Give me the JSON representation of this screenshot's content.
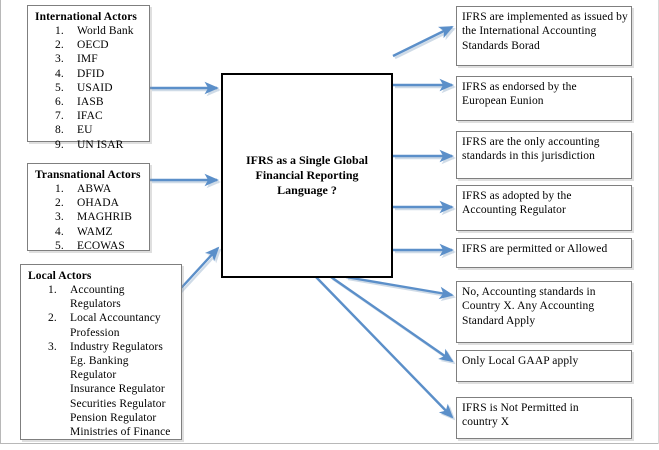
{
  "diagram": {
    "title": "IFRS as a Single Global Financial Reporting Language ?",
    "colors": {
      "arrow": "#5b8fc9",
      "arrow_shadow": "#bfcfe0",
      "box_border": "#7f7f7f",
      "center_border": "#000000",
      "background": "#ffffff",
      "text": "#000000"
    },
    "center": {
      "label": "IFRS as a Single Global\nFinancial Reporting Language ?"
    },
    "actor_groups": [
      {
        "name": "international-actors",
        "title": "International Actors",
        "items": [
          "World Bank",
          "OECD",
          "IMF",
          "DFID",
          "USAID",
          "IASB",
          "IFAC",
          "EU",
          "UN ISAR"
        ]
      },
      {
        "name": "transnational-actors",
        "title": "Transnational Actors",
        "items": [
          "ABWA",
          "OHADA",
          "MAGHRIB",
          "WAMZ",
          "ECOWAS"
        ]
      },
      {
        "name": "local-actors",
        "title": "Local Actors",
        "items": [
          "Accounting\nRegulators",
          "Local Accountancy\nProfession",
          "Industry Regulators\nEg. Banking\nRegulator\nInsurance Regulator\nSecurities Regulator\nPension Regulator\nMinistries of Finance"
        ]
      }
    ],
    "outcomes": [
      {
        "name": "outcome-implemented-as-issued",
        "text": "IFRS are implemented as issued by\nthe International Accounting\nStandards Borad"
      },
      {
        "name": "outcome-eu-endorsed",
        "text": "IFRS as endorsed by the\nEuropean Eunion"
      },
      {
        "name": "outcome-only-standards",
        "text": "IFRS are the only accounting\nstandards in this jurisdiction"
      },
      {
        "name": "outcome-adopted-by-regulator",
        "text": "IFRS as adopted by the\nAccounting Regulator"
      },
      {
        "name": "outcome-permitted-or-allowed",
        "text": "IFRS are permitted or Allowed"
      },
      {
        "name": "outcome-any-standard-applies",
        "text": "No, Accounting standards in\nCountry X. Any Accounting\nStandard Apply"
      },
      {
        "name": "outcome-local-gaap-only",
        "text": "Only Local GAAP apply"
      },
      {
        "name": "outcome-not-permitted",
        "text": "IFRS is Not Permitted in\ncountry X"
      }
    ]
  }
}
